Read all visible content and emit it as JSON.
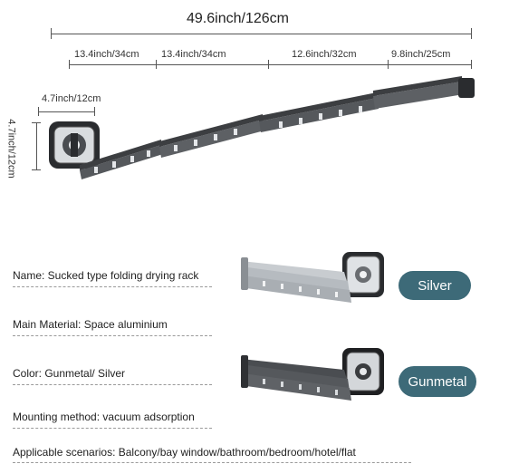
{
  "dimensions": {
    "total_length": "49.6inch/126cm",
    "segments": [
      "13.4inch/34cm",
      "13.4inch/34cm",
      "12.6inch/32cm",
      "9.8inch/25cm"
    ],
    "mount_width": "4.7inch/12cm",
    "mount_height": "4.7inch/12cm"
  },
  "specs": [
    "Name: Sucked type folding drying rack",
    "Main Material: Space aluminium",
    "Color: Gunmetal/ Silver",
    "Mounting method: vacuum adsorption",
    "Applicable scenarios: Balcony/bay window/bathroom/bedroom/hotel/flat"
  ],
  "variants": [
    {
      "label": "Silver"
    },
    {
      "label": "Gunmetal"
    }
  ],
  "colors": {
    "pill": "#3d6a78",
    "gunmetal": "#55585c",
    "silver": "#c8ccd0",
    "dark": "#2a2c2f"
  }
}
